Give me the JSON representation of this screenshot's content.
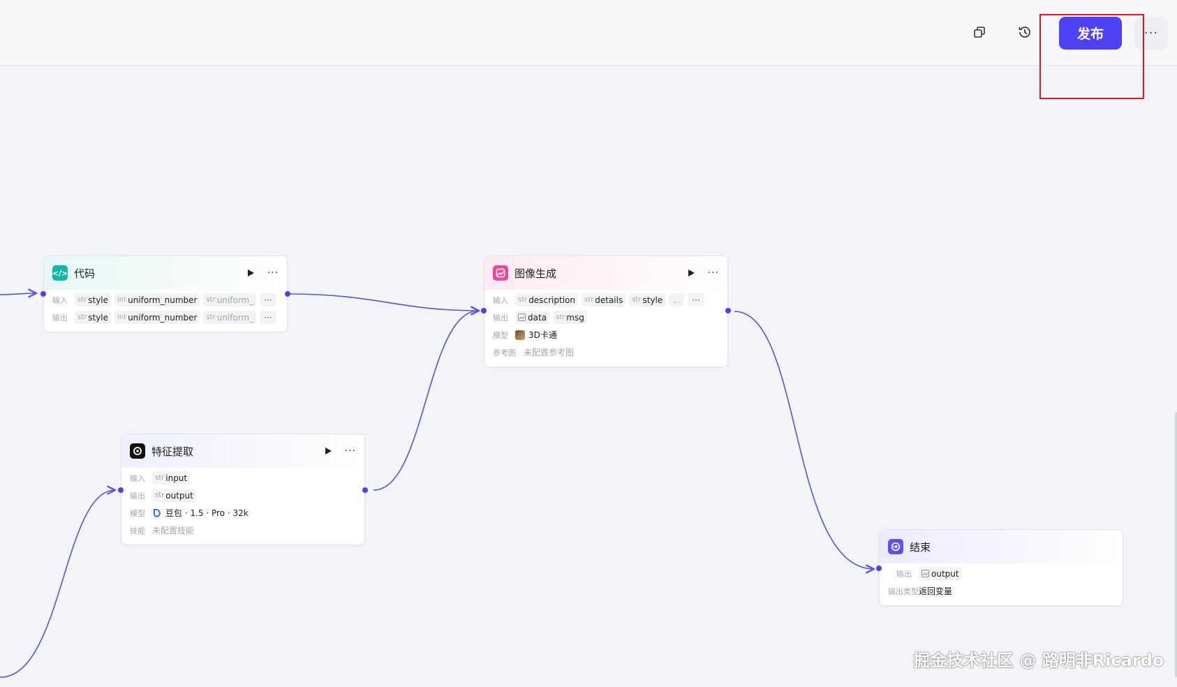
{
  "toolbar": {
    "publish_label": "发布",
    "more_label": "···",
    "copy_icon": "copy-icon",
    "history_icon": "history-icon"
  },
  "colors": {
    "accent": "#4e40f5",
    "edge": "#5a50e0",
    "highlight": "#e4161a"
  },
  "nodes": {
    "code": {
      "title": "代码",
      "icon": "code-icon",
      "input_label": "输入",
      "output_label": "输出",
      "inputs": [
        {
          "type": "str",
          "name": "style"
        },
        {
          "type": "int",
          "name": "uniform_number"
        },
        {
          "type": "str",
          "name": "uniform_"
        }
      ],
      "outputs": [
        {
          "type": "str",
          "name": "style"
        },
        {
          "type": "int",
          "name": "uniform_number"
        },
        {
          "type": "str",
          "name": "uniform_"
        }
      ],
      "more": "···"
    },
    "feature": {
      "title": "特征提取",
      "icon": "llm-icon",
      "input_label": "输入",
      "output_label": "输出",
      "model_label": "模型",
      "skill_label": "技能",
      "inputs": [
        {
          "type": "str",
          "name": "input"
        }
      ],
      "outputs": [
        {
          "type": "str",
          "name": "output"
        }
      ],
      "model": "豆包 · 1.5 · Pro · 32k",
      "skill": "未配置技能"
    },
    "image": {
      "title": "图像生成",
      "icon": "image-gen-icon",
      "input_label": "输入",
      "output_label": "输出",
      "model_label": "模型",
      "ref_label": "参考图",
      "inputs": [
        {
          "type": "str",
          "name": "description"
        },
        {
          "type": "str",
          "name": "details"
        },
        {
          "type": "str",
          "name": "style"
        },
        {
          "type": "",
          "name": "…"
        }
      ],
      "outputs": [
        {
          "type": "",
          "name": "data"
        },
        {
          "type": "str",
          "name": "msg"
        }
      ],
      "model": "3D卡通",
      "ref": "未配置参考图",
      "more": "···"
    },
    "end": {
      "title": "结束",
      "icon": "end-icon",
      "output_label": "输出",
      "output_type_label": "输出类型",
      "outputs": [
        {
          "type": "",
          "name": "output"
        }
      ],
      "output_type": "返回变量"
    }
  },
  "watermark": "掘金技术社区 @ 路明非Ricardo"
}
